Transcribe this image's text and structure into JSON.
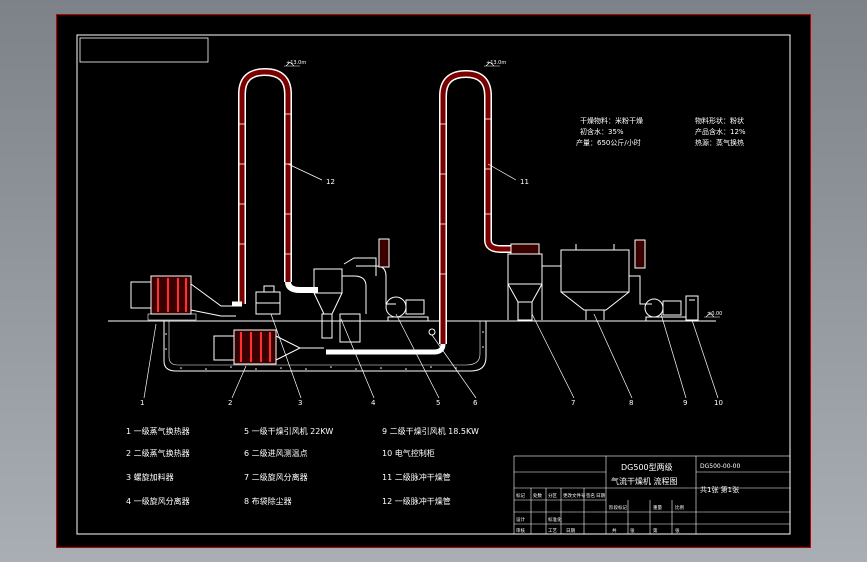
{
  "drawing": {
    "specs": {
      "material": "干燥物料：米粉干燥",
      "shape": "物料形状：粉状",
      "initial_moisture": "初含水：35%",
      "product_moisture": "产品含水：12%",
      "capacity": "产量：650公斤/小时",
      "heat_source": "热源：蒸气换热"
    },
    "elevation_left": "+13.0m",
    "elevation_right": "+13.0m",
    "ground_mark": "±0.00",
    "callouts": [
      "1",
      "2",
      "3",
      "4",
      "5",
      "6",
      "7",
      "8",
      "9",
      "10",
      "11",
      "12"
    ],
    "legend": [
      "1  一级蒸气换热器",
      "2  二级蒸气换热器",
      "3  螺旋加料器",
      "4  一级旋风分离器",
      "5  一级干燥引风机 22KW",
      "6  二级进风测温点",
      "7  二级旋风分离器",
      "8  布袋除尘器",
      "9  二级干燥引风机 18.5KW",
      "10  电气控制柜",
      "11  二级脉冲干燥管",
      "12  一级脉冲干燥管"
    ],
    "title_block": {
      "title_line1": "DG500型两级",
      "title_line2": "气流干燥机 流程图",
      "drawing_no": "DG500-00-00",
      "sheet_info": "共1张 第1张",
      "fields": [
        "标记",
        "处数",
        "分区",
        "更改文件号",
        "签名",
        "日期",
        "设计",
        "标准化",
        "阶段标记",
        "重量",
        "比例",
        "审核",
        "工艺",
        "日期",
        "共",
        "张",
        "第",
        "张"
      ]
    }
  }
}
